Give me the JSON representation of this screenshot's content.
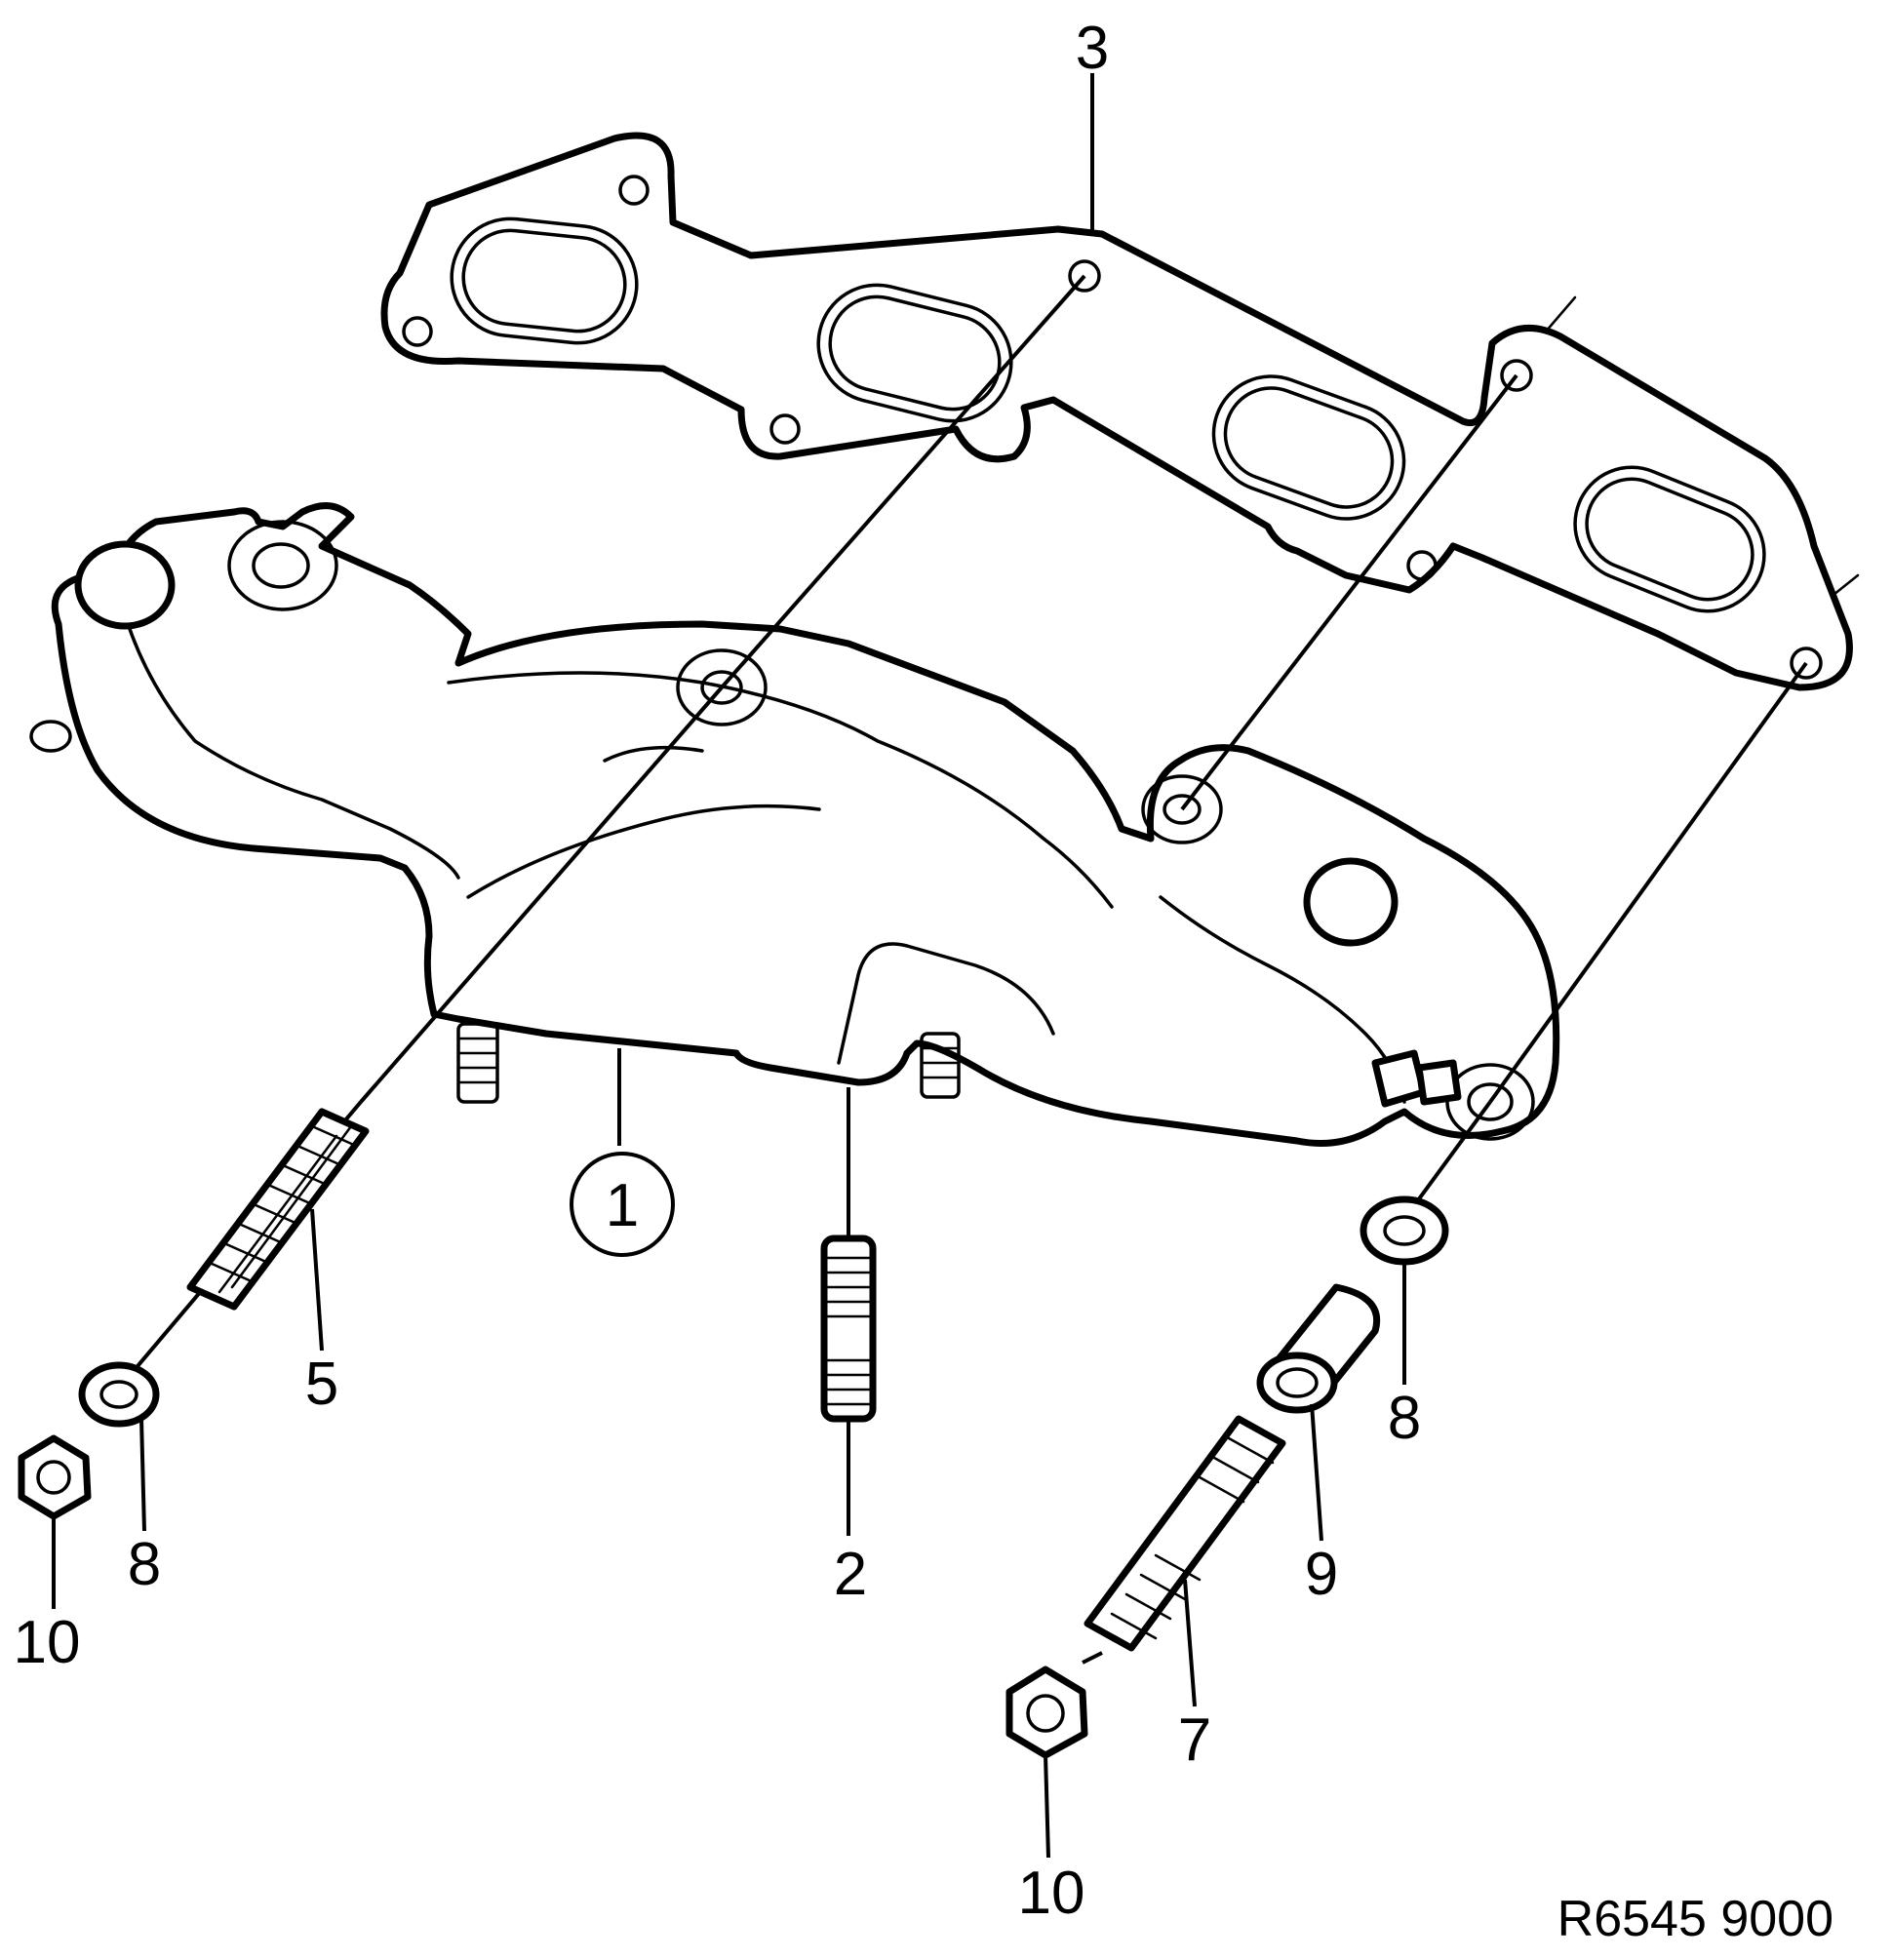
{
  "diagram": {
    "reference": "R6545 9000",
    "callouts": {
      "gasket": "3",
      "manifold": "1",
      "stud_center": "2",
      "stud_left": "5",
      "washer_left": "8",
      "nut_left": "10",
      "washer_right": "8",
      "spacer": "9",
      "stud_right": "7",
      "nut_right": "10"
    }
  }
}
